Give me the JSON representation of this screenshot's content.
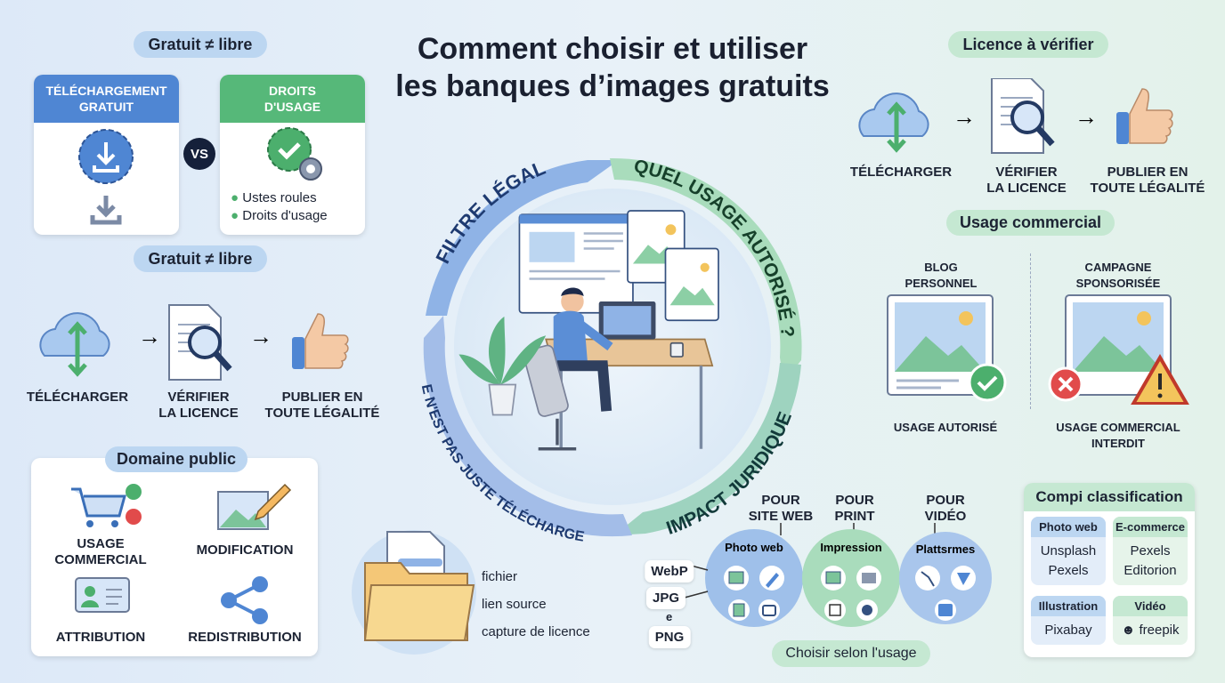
{
  "title": {
    "line1": "Comment choisir et utiliser",
    "line2": "les banques d’images gratuits"
  },
  "left_top": {
    "pill": "Gratuit ≠ libre",
    "card_download": {
      "header_line1": "TÉLÉCHARGEMENT",
      "header_line2": "GRATUIT",
      "icon": "download-badge-icon"
    },
    "vs": "VS",
    "card_rights": {
      "header_line1": "DROITS",
      "header_line2": "D'USAGE",
      "icon": "gear-check-icon",
      "checks": [
        "Ustes roules",
        "Droits d'usage"
      ]
    }
  },
  "left_flow": {
    "pill": "Gratuit ≠ libre",
    "steps": [
      {
        "line1": "TÉLÉCHARGER",
        "line2": "",
        "icon": "cloud-upload-download-icon"
      },
      {
        "line1": "VÉRIFIER",
        "line2": "LA LICENCE",
        "icon": "document-magnifier-icon"
      },
      {
        "line1": "PUBLIER EN",
        "line2": "TOUTE LÉGALITÉ",
        "icon": "thumbs-up-icon"
      }
    ]
  },
  "domaine_public": {
    "pill": "Domaine public",
    "items": [
      {
        "line1": "USAGE",
        "line2": "COMMERCIAL",
        "icon": "cart-icon"
      },
      {
        "line1": "MODIFICATION",
        "line2": "",
        "icon": "image-pencil-icon"
      },
      {
        "line1": "ATTRIBUTION",
        "line2": "",
        "icon": "id-card-icon"
      },
      {
        "line1": "REDISTRIBUTION",
        "line2": "",
        "icon": "share-icon"
      }
    ]
  },
  "cycle": {
    "segments": [
      "FILTRE LÉGAL",
      "QUEL USAGE AUTORISÉ ?",
      "IMPACT JURIDIQUE",
      "CE N'EST PAS JUSTE TÉLÉCHARGER"
    ],
    "colors": {
      "blue": "#7fa9e3",
      "green": "#9fd6b4"
    }
  },
  "folder": {
    "labels": [
      "fichier",
      "lien source",
      "capture de licence"
    ]
  },
  "right_flow": {
    "pill": "Licence à vérifier",
    "steps": [
      {
        "line1": "TÉLÉCHARGER",
        "line2": ""
      },
      {
        "line1": "VÉRIFIER",
        "line2": "LA LICENCE"
      },
      {
        "line1": "PUBLIER EN",
        "line2": "TOUTE LÉGALITÉ"
      }
    ]
  },
  "usage_commercial": {
    "pill": "Usage commercial",
    "blog": {
      "line1": "BLOG",
      "line2": "PERSONNEL",
      "result": "USAGE AUTORISÉ",
      "icon": "check-circle-icon"
    },
    "campaign": {
      "line1": "CAMPAGNE",
      "line2": "SPONSORISÉE",
      "result_line1": "USAGE COMMERCIAL",
      "result_line2": "INTERDIT",
      "icon": "warning-icon"
    }
  },
  "usage": {
    "targets": [
      {
        "line1": "POUR",
        "line2": "SITE WEB",
        "circle": "Photo web"
      },
      {
        "line1": "POUR",
        "line2": "PRINT",
        "circle": "Impression"
      },
      {
        "line1": "POUR",
        "line2": "VIDÉO",
        "circle": "Plattsrmes"
      }
    ],
    "formats": [
      "WebP",
      "JPG",
      "e",
      "PNG"
    ],
    "pill": "Choisir selon l'usage"
  },
  "classification": {
    "title": "Compi classification",
    "cells": [
      {
        "header": "Photo web",
        "items": [
          "Unsplash",
          "Pexels"
        ]
      },
      {
        "header": "E-commerce",
        "items": [
          "Pexels",
          "Editorion"
        ]
      },
      {
        "header": "Illustration",
        "items": [
          "Pixabay"
        ]
      },
      {
        "header": "Vidéo",
        "items": [
          "freepik"
        ]
      }
    ]
  }
}
